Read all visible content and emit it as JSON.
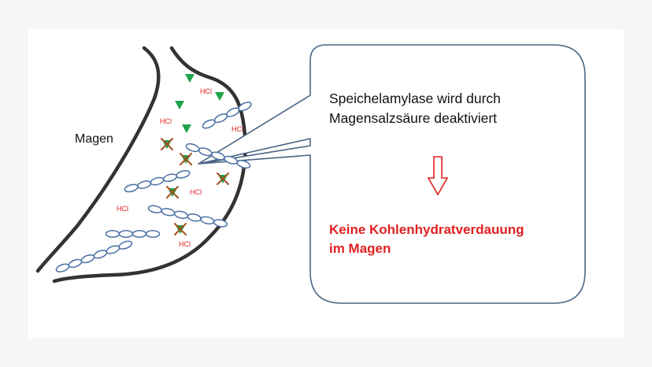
{
  "diagram": {
    "organ_label": "Magen",
    "callout_line1": "Speichelamylase wird durch",
    "callout_line2": "Magensalzsäure deaktiviert",
    "result_line1": "Keine Kohlenhydratverdauung",
    "result_line2": "im Magen",
    "acid_label": "HCl",
    "colors": {
      "outline": "#333333",
      "callout_border": "#4a6585",
      "chain": "#4a6fa5",
      "enzyme": "#1fa34a",
      "cross": "#a05020",
      "acid_text": "#e02020",
      "result_text": "#e02020",
      "arrow": "#e02020"
    }
  }
}
